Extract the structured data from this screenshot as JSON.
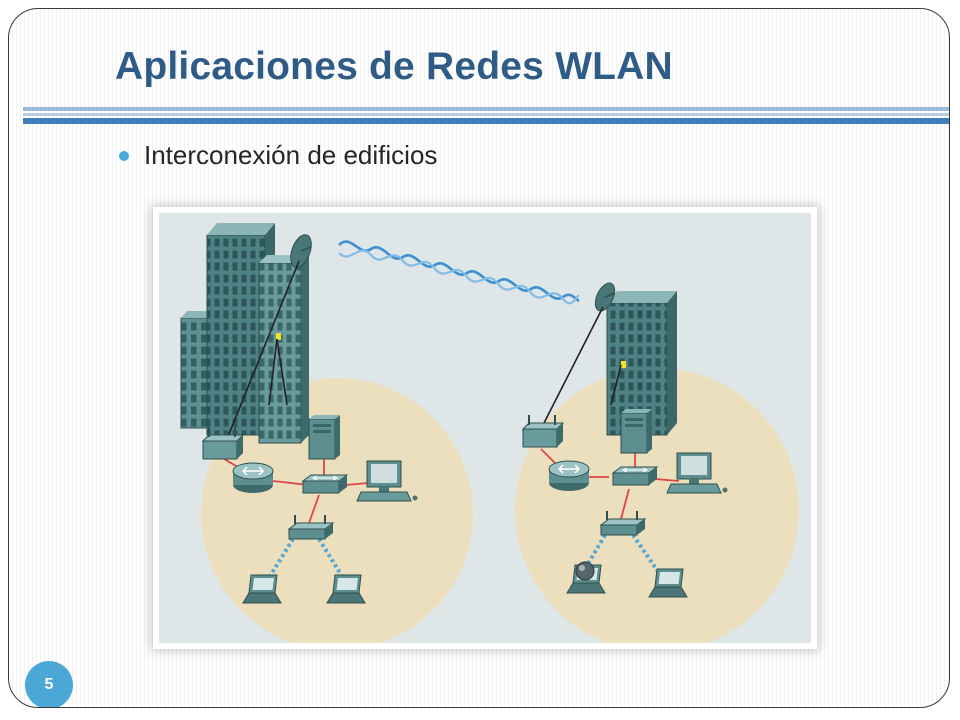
{
  "slide": {
    "title": "Aplicaciones de Redes WLAN",
    "bullets": [
      "Interconexión de edificios"
    ],
    "page_number": "5"
  },
  "figure": {
    "topic": "wireless bridge between two building networks",
    "icons": [
      "building-icon",
      "dish-antenna-icon",
      "radio-wave-icon",
      "wireless-bridge-icon",
      "router-icon",
      "switch-icon",
      "server-icon",
      "desktop-icon",
      "access-point-icon",
      "laptop-icon",
      "ip-camera-icon"
    ]
  },
  "colors": {
    "title": "#2e5c86",
    "accent": "#4aa7d6",
    "rule_dark": "#3f7fba",
    "figure_bg": "#dfe6e8",
    "network_area": "#ecdfbd",
    "device_teal": "#5e8f90",
    "link_red": "#e04444",
    "wave_blue": "#3e8fd0"
  }
}
